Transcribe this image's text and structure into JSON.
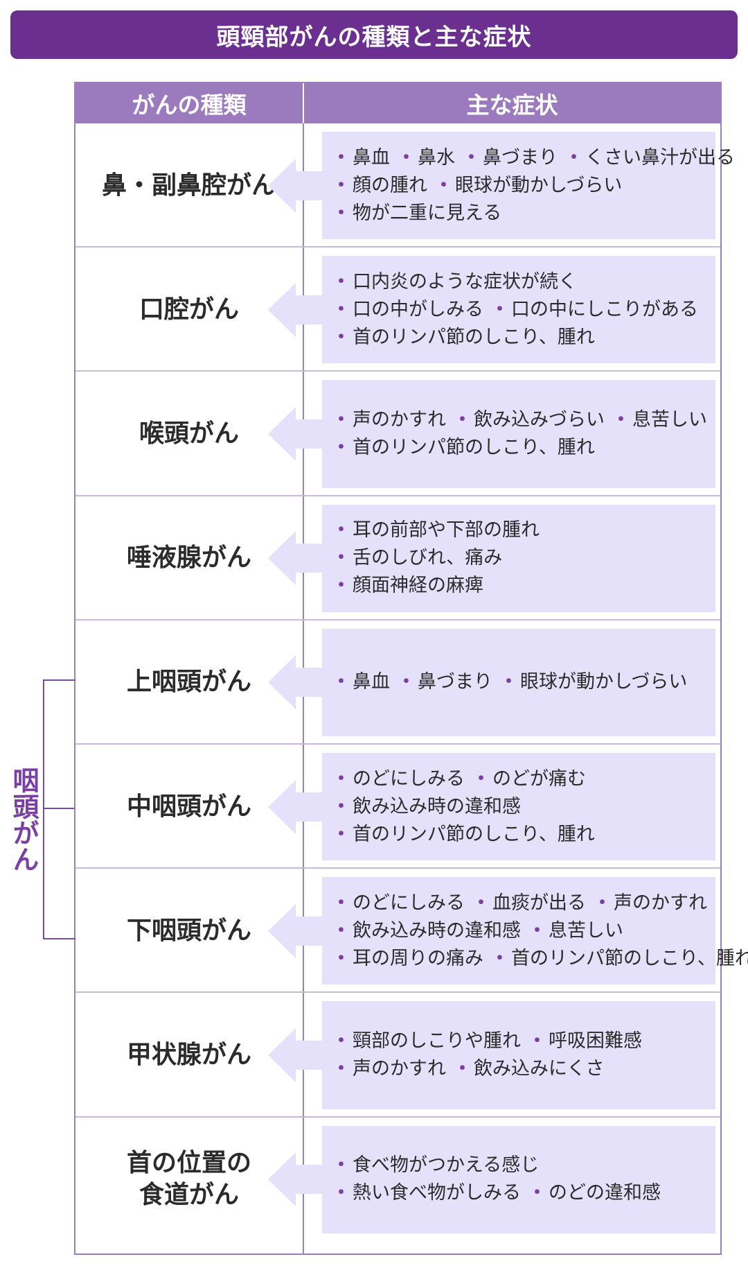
{
  "title": "頭頸部がんの種類と主な症状",
  "header": {
    "col1": "がんの種類",
    "col2": "主な症状"
  },
  "side_label": "咽頭がん",
  "colors": {
    "title_bg": "#6a2f8f",
    "header_bg": "#9b7bbd",
    "symptom_bg": "#e5e1fa",
    "accent": "#7a3fa3"
  },
  "rows": [
    {
      "type": "鼻・副鼻腔がん",
      "lines": [
        [
          "鼻血",
          "鼻水",
          "鼻づまり",
          "くさい鼻汁が出る"
        ],
        [
          "顔の腫れ",
          "眼球が動かしづらい"
        ],
        [
          "物が二重に見える"
        ]
      ]
    },
    {
      "type": "口腔がん",
      "lines": [
        [
          "口内炎のような症状が続く"
        ],
        [
          "口の中がしみる",
          "口の中にしこりがある"
        ],
        [
          "首のリンパ節のしこり、腫れ"
        ]
      ]
    },
    {
      "type": "喉頭がん",
      "lines": [
        [
          "声のかすれ",
          "飲み込みづらい",
          "息苦しい"
        ],
        [
          "首のリンパ節のしこり、腫れ"
        ]
      ]
    },
    {
      "type": "唾液腺がん",
      "lines": [
        [
          "耳の前部や下部の腫れ"
        ],
        [
          "舌のしびれ、痛み"
        ],
        [
          "顔面神経の麻痺"
        ]
      ]
    },
    {
      "type": "上咽頭がん",
      "lines": [
        [
          "鼻血",
          "鼻づまり",
          "眼球が動かしづらい"
        ]
      ]
    },
    {
      "type": "中咽頭がん",
      "lines": [
        [
          "のどにしみる",
          "のどが痛む"
        ],
        [
          "飲み込み時の違和感"
        ],
        [
          "首のリンパ節のしこり、腫れ"
        ]
      ]
    },
    {
      "type": "下咽頭がん",
      "lines": [
        [
          "のどにしみる",
          "血痰が出る",
          "声のかすれ"
        ],
        [
          "飲み込み時の違和感",
          "息苦しい"
        ],
        [
          "耳の周りの痛み",
          "首のリンパ節のしこり、腫れ"
        ]
      ]
    },
    {
      "type": "甲状腺がん",
      "lines": [
        [
          "頸部のしこりや腫れ",
          "呼吸困難感"
        ],
        [
          "声のかすれ",
          "飲み込みにくさ"
        ]
      ]
    },
    {
      "type": "首の位置の\n食道がん",
      "lines": [
        [
          "食べ物がつかえる感じ"
        ],
        [
          "熱い食べ物がしみる",
          "のどの違和感"
        ]
      ]
    }
  ]
}
